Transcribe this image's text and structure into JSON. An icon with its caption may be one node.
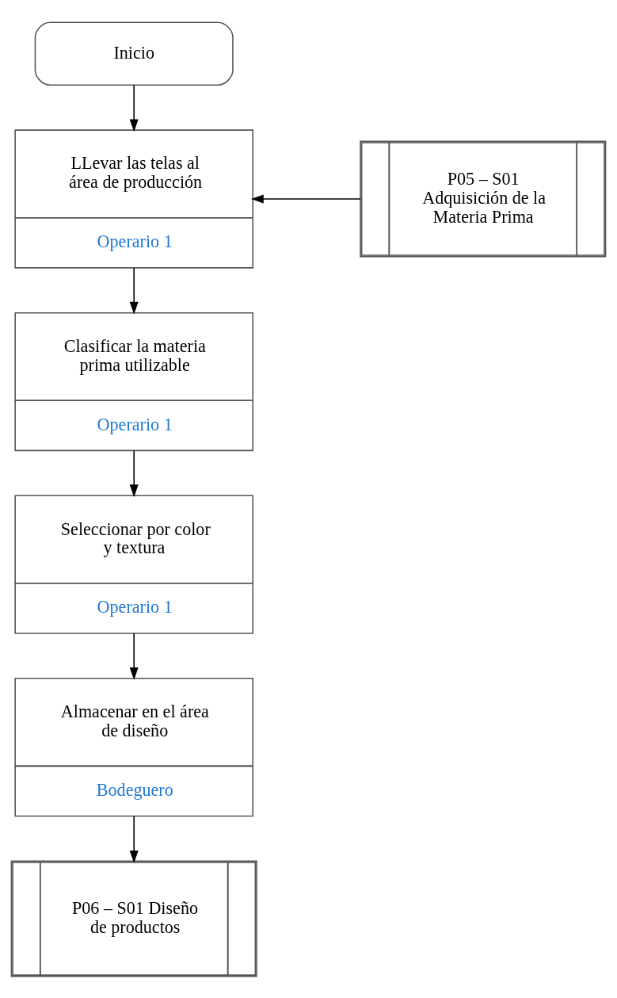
{
  "diagram": {
    "nodes": [
      {
        "text": [
          "Inicio"
        ]
      },
      {
        "text": [
          "P05 – S01 Adquisición de la Materia Prima"
        ]
      },
      {
        "text": [
          "LLevar las telas al área de producción",
          "Operario 1"
        ]
      },
      {
        "text": [
          "Clasificar la materia prima utilizable",
          "Operario 1"
        ]
      },
      {
        "text": [
          "Seleccionar por color y textura",
          "Operario 1"
        ]
      },
      {
        "text": [
          "Almacenar en el área de diseño",
          "Bodeguero"
        ]
      },
      {
        "text": [
          "P06 – S01 Diseño de productos"
        ]
      }
    ],
    "edges": [
      {
        "from": 0,
        "to": 2,
        "arrow": "to"
      },
      {
        "from": 1,
        "to": 2,
        "arrow": "to"
      },
      {
        "from": 2,
        "to": 3,
        "arrow": "to"
      },
      {
        "from": 3,
        "to": 4,
        "arrow": "to"
      },
      {
        "from": 4,
        "to": 5,
        "arrow": "to"
      },
      {
        "from": 5,
        "to": 6,
        "arrow": "to"
      }
    ]
  }
}
